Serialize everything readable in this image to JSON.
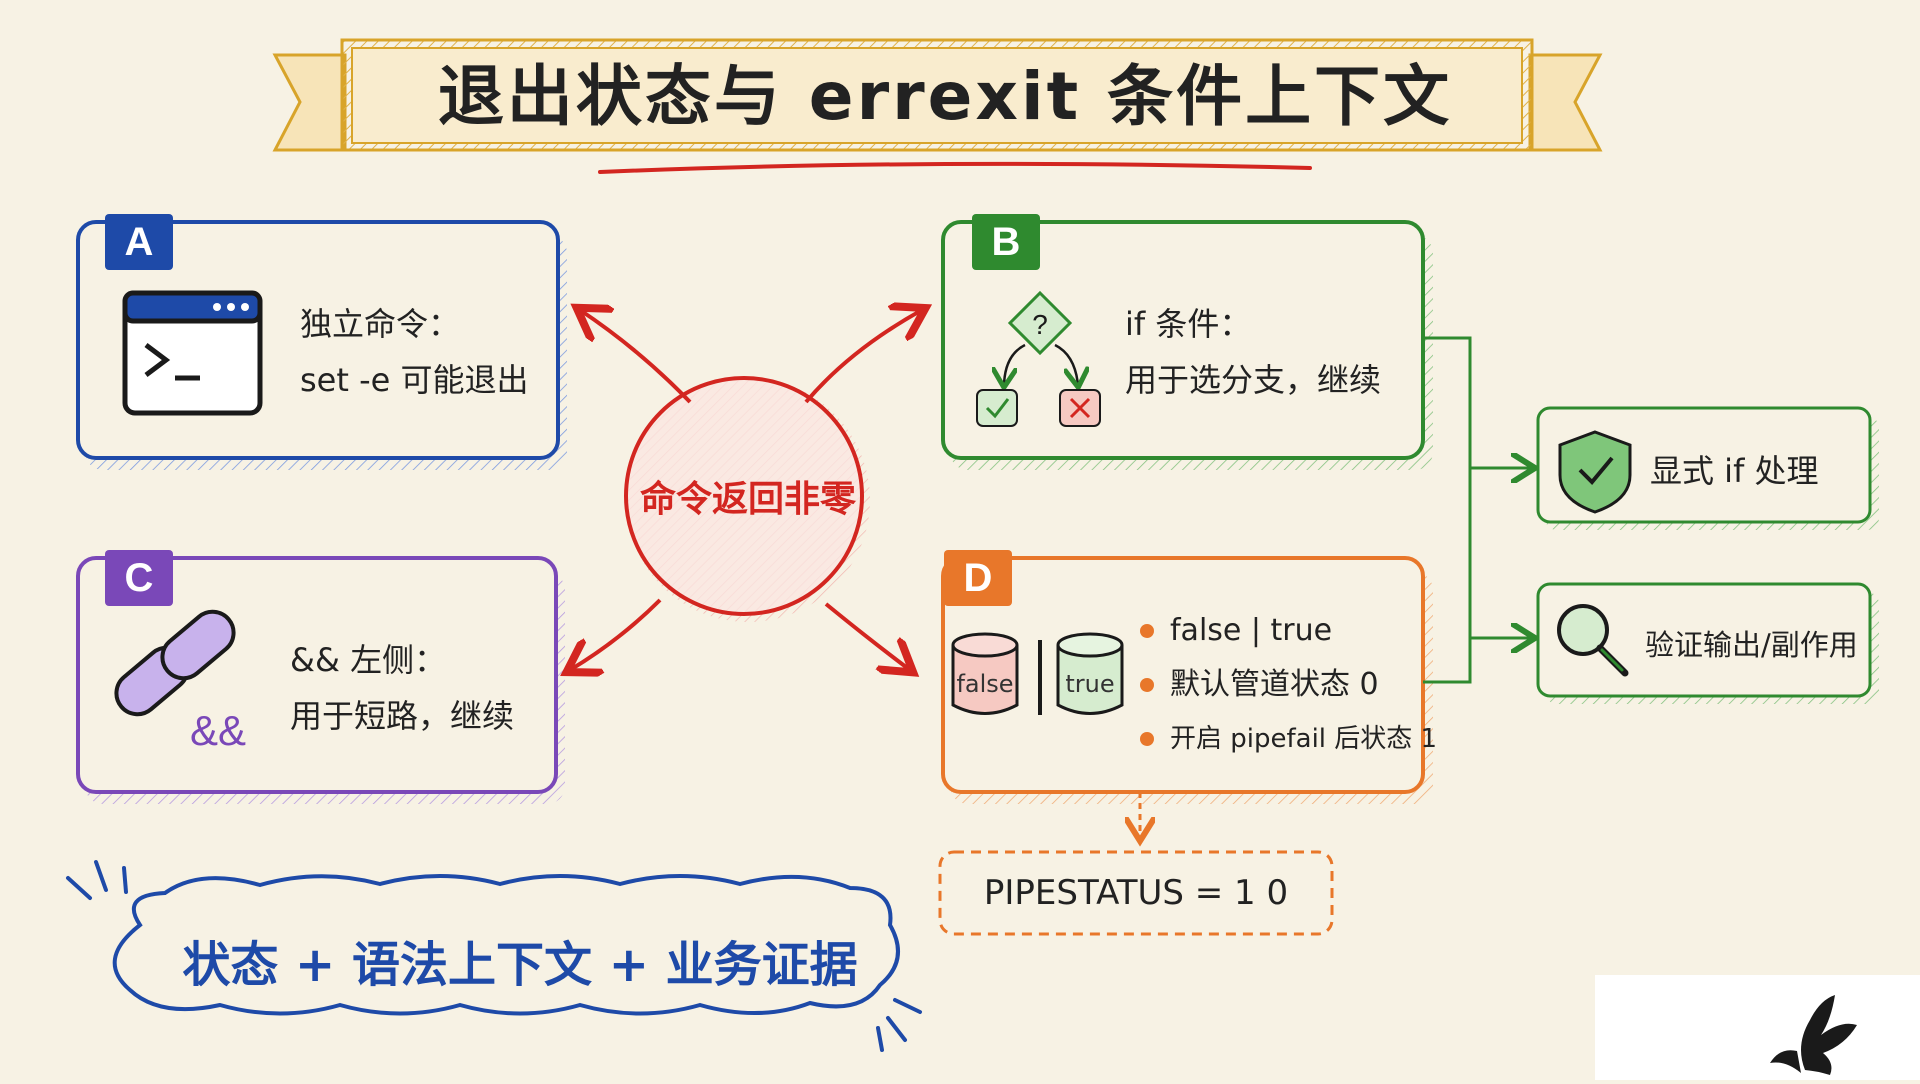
{
  "title": "退出状态与 errexit 条件上下文",
  "center": {
    "label": "命令返回非零"
  },
  "cards": {
    "a": {
      "badge": "A",
      "line1": "独立命令：",
      "line2": "set -e 可能退出",
      "icon": "terminal-icon"
    },
    "b": {
      "badge": "B",
      "line1": "if 条件：",
      "line2": "用于选分支，继续",
      "icon": "decision-branch-icon"
    },
    "c": {
      "badge": "C",
      "line1": "&& 左侧：",
      "line2": "用于短路，继续",
      "icon": "chain-link-icon",
      "icon_text": "&&"
    },
    "d": {
      "badge": "D",
      "cylinder_false": "false",
      "cylinder_true": "true",
      "bullets": [
        "false | true",
        "默认管道状态 0",
        "开启 pipefail 后状态 1"
      ]
    }
  },
  "pipestatus": "PIPESTATUS = 1 0",
  "results": {
    "explicit_if": "显式 if 处理",
    "verify": "验证输出/副作用"
  },
  "footer": "状态 + 语法上下文 + 业务证据",
  "colors": {
    "blue": "#1e4aa8",
    "green": "#2f8a2f",
    "purple": "#7a48b8",
    "orange": "#e8772a",
    "red": "#d32620",
    "gold": "#d8a42a",
    "background": "#f7f2e4"
  }
}
